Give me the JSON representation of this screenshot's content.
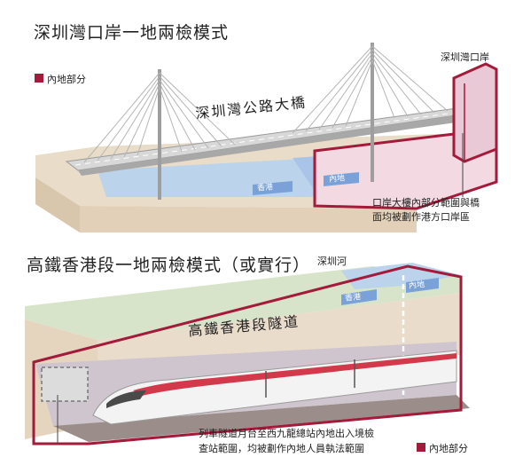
{
  "top_section": {
    "title": "深圳灣口岸一地兩檢模式",
    "legend_label": "內地部分",
    "port_label": "深圳灣口岸",
    "bridge_label": "深圳灣公路大橋",
    "hk_side_label": "香港",
    "mainland_side_label": "內地",
    "note_line1": "口岸大樓內部分範圍與橋",
    "note_line2": "面均被劃作港方口岸區"
  },
  "bottom_section": {
    "title": "高鐵香港段一地兩檢模式（或實行）",
    "river_label": "深圳河",
    "hk_side_label": "香港",
    "mainland_side_label": "內地",
    "tunnel_label": "高鐵香港段隧道",
    "note_line1": "列車隧道月台至西九龍總站內地出入境檢",
    "note_line2": "查站範圍，均被劃作內地人員執法範圍",
    "legend_label": "內地部分"
  },
  "colors": {
    "mainland_zone": "#a31a3a",
    "water": "#bcd3ec",
    "ground": "#e7d8c2",
    "tunnel_inner": "#cfc5cf"
  }
}
